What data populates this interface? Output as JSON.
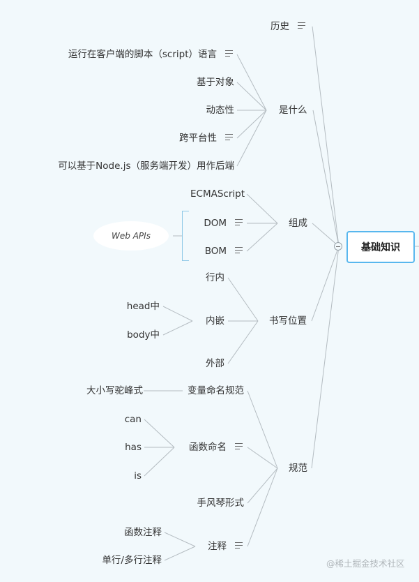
{
  "mindmap": {
    "root": "基础知识",
    "history": "历史",
    "what": {
      "label": "是什么",
      "items": [
        "运行在客户端的脚本（script）语言",
        "基于对象",
        "动态性",
        "跨平台性",
        "可以基于Node.js（服务端开发）用作后端"
      ]
    },
    "composition": {
      "label": "组成",
      "items": [
        "ECMAScript",
        "DOM",
        "BOM"
      ],
      "group_label": "Web APIs"
    },
    "position": {
      "label": "书写位置",
      "inline": "行内",
      "embedded": "内嵌",
      "embedded_items": [
        "head中",
        "body中"
      ],
      "external": "外部"
    },
    "standards": {
      "label": "规范",
      "variable": "变量命名规范",
      "variable_item": "大小写驼峰式",
      "function": "函数命名",
      "function_items": [
        "can",
        "has",
        "is"
      ],
      "accordion": "手风琴形式",
      "comment": "注释",
      "comment_items": [
        "函数注释",
        "单行/多行注释"
      ]
    }
  },
  "watermark": "@稀土掘金技术社区",
  "colors": {
    "background": "#f2f9fc",
    "link": "#b4bcc1",
    "root_border": "#58b7ee",
    "bracket": "#8cc7e6"
  }
}
